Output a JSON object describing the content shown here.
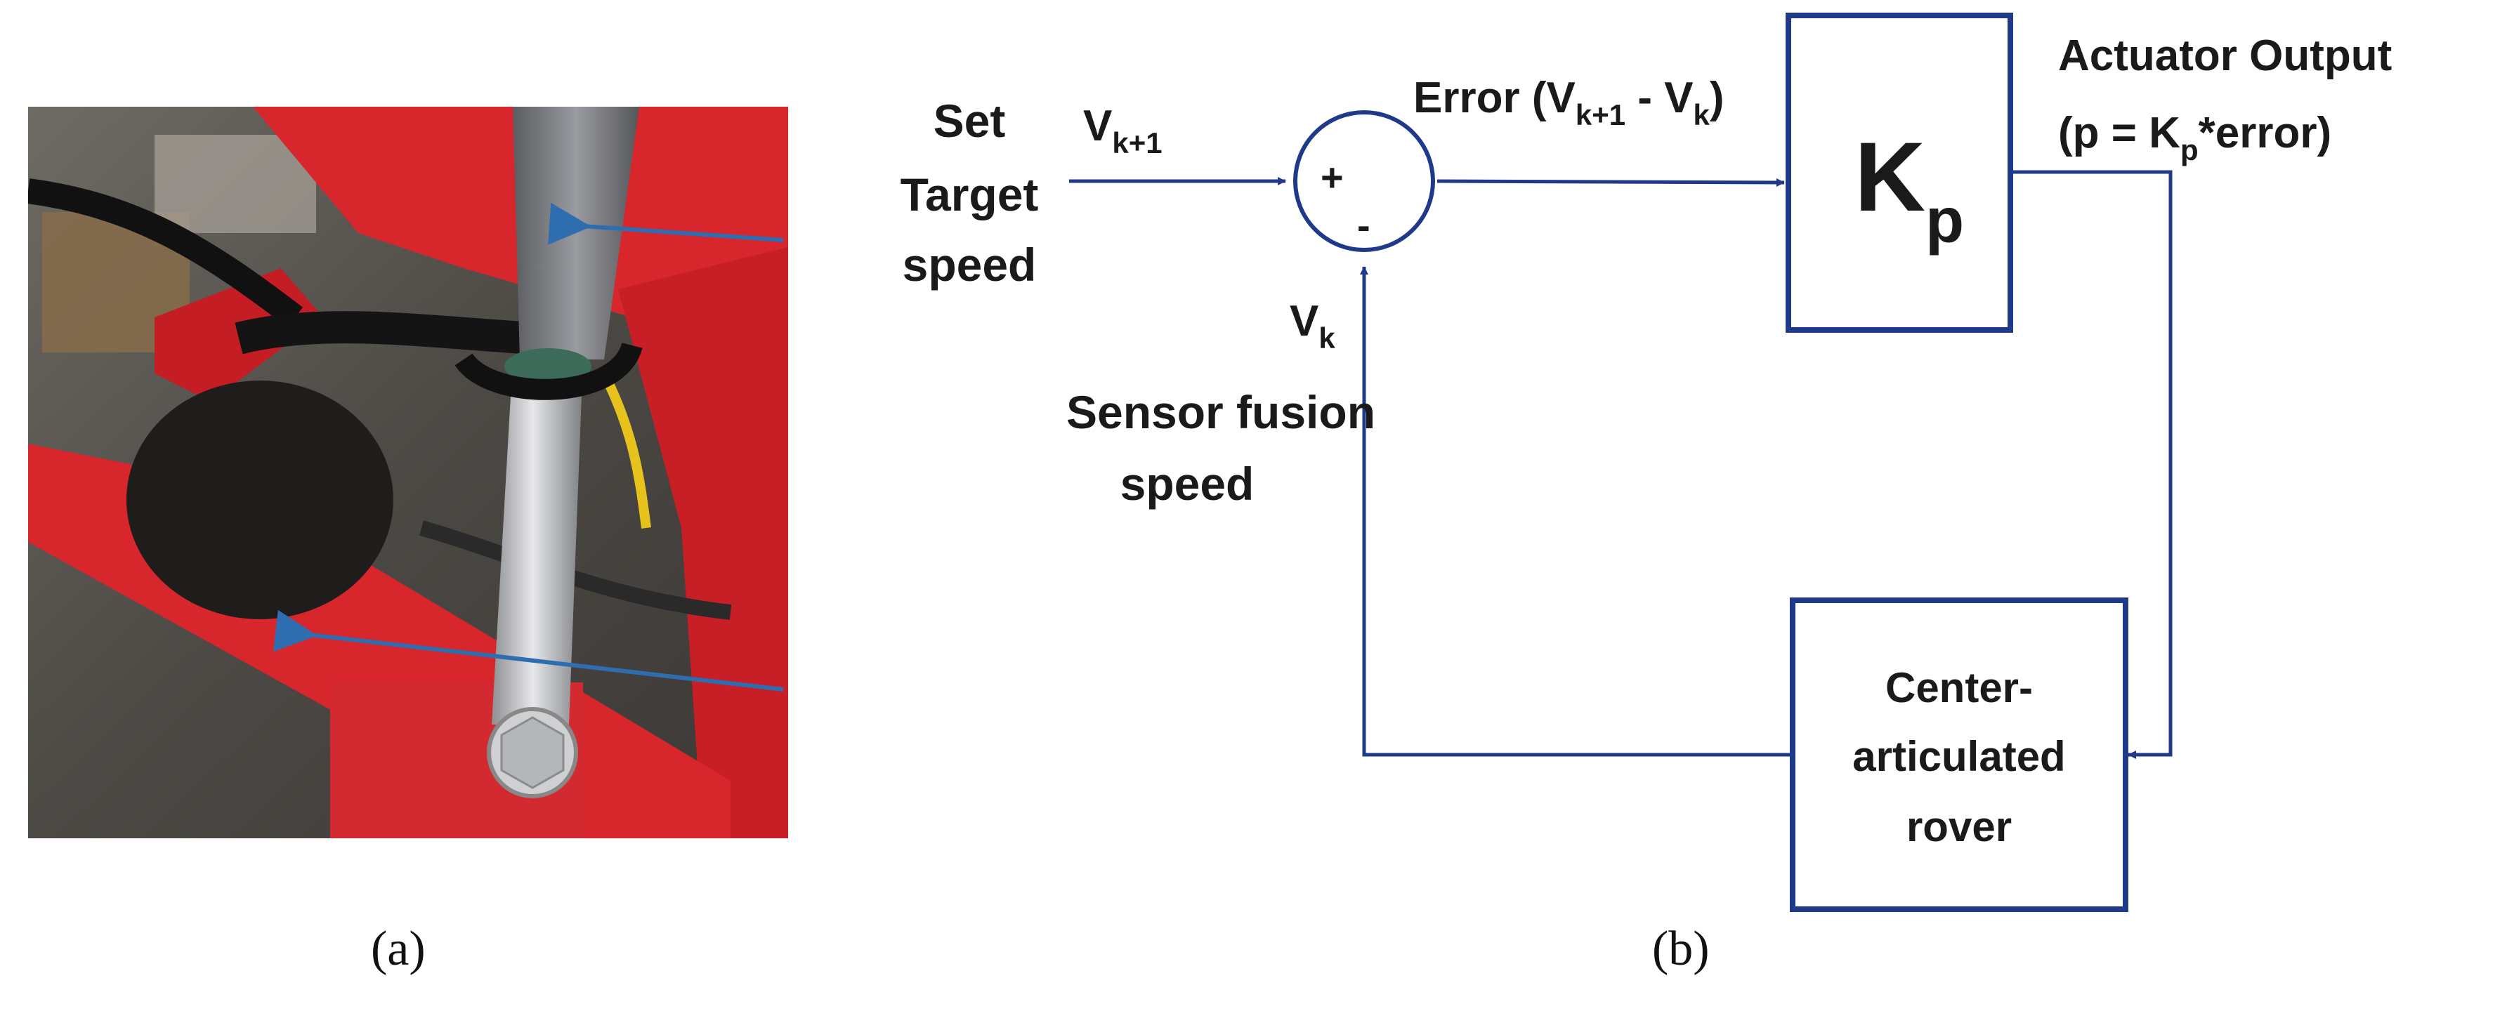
{
  "panel_a": {
    "caption": "(a)",
    "photo_alt": "Linear actuator mounted on red rover frame",
    "colors": {
      "frame": "#d7262c",
      "arrow": "#2f6db1"
    }
  },
  "panel_b": {
    "caption": "(b)",
    "set_target": [
      "Set",
      "Target",
      "speed"
    ],
    "v_next": {
      "main": "V",
      "sub": "k+1"
    },
    "sum_plus": "+",
    "sum_minus": "-",
    "error": {
      "prefix": "Error (V",
      "sub1": "k+1",
      "mid": " - V",
      "sub2": "k",
      "suffix": ")"
    },
    "gain": {
      "main": "K",
      "sub": "p"
    },
    "actuator_output": {
      "line1": "Actuator Output",
      "line2": {
        "prefix": "(p = K",
        "sub": "p",
        "suffix": "*error)"
      }
    },
    "v_now": {
      "main": "V",
      "sub": "k"
    },
    "sensor_fusion": [
      "Sensor fusion",
      "speed"
    ],
    "plant": [
      "Center-",
      "articulated",
      "rover"
    ],
    "colors": {
      "line": "#1f3a8a",
      "box": "#1f3a8a",
      "text": "#1a1a1a"
    }
  }
}
